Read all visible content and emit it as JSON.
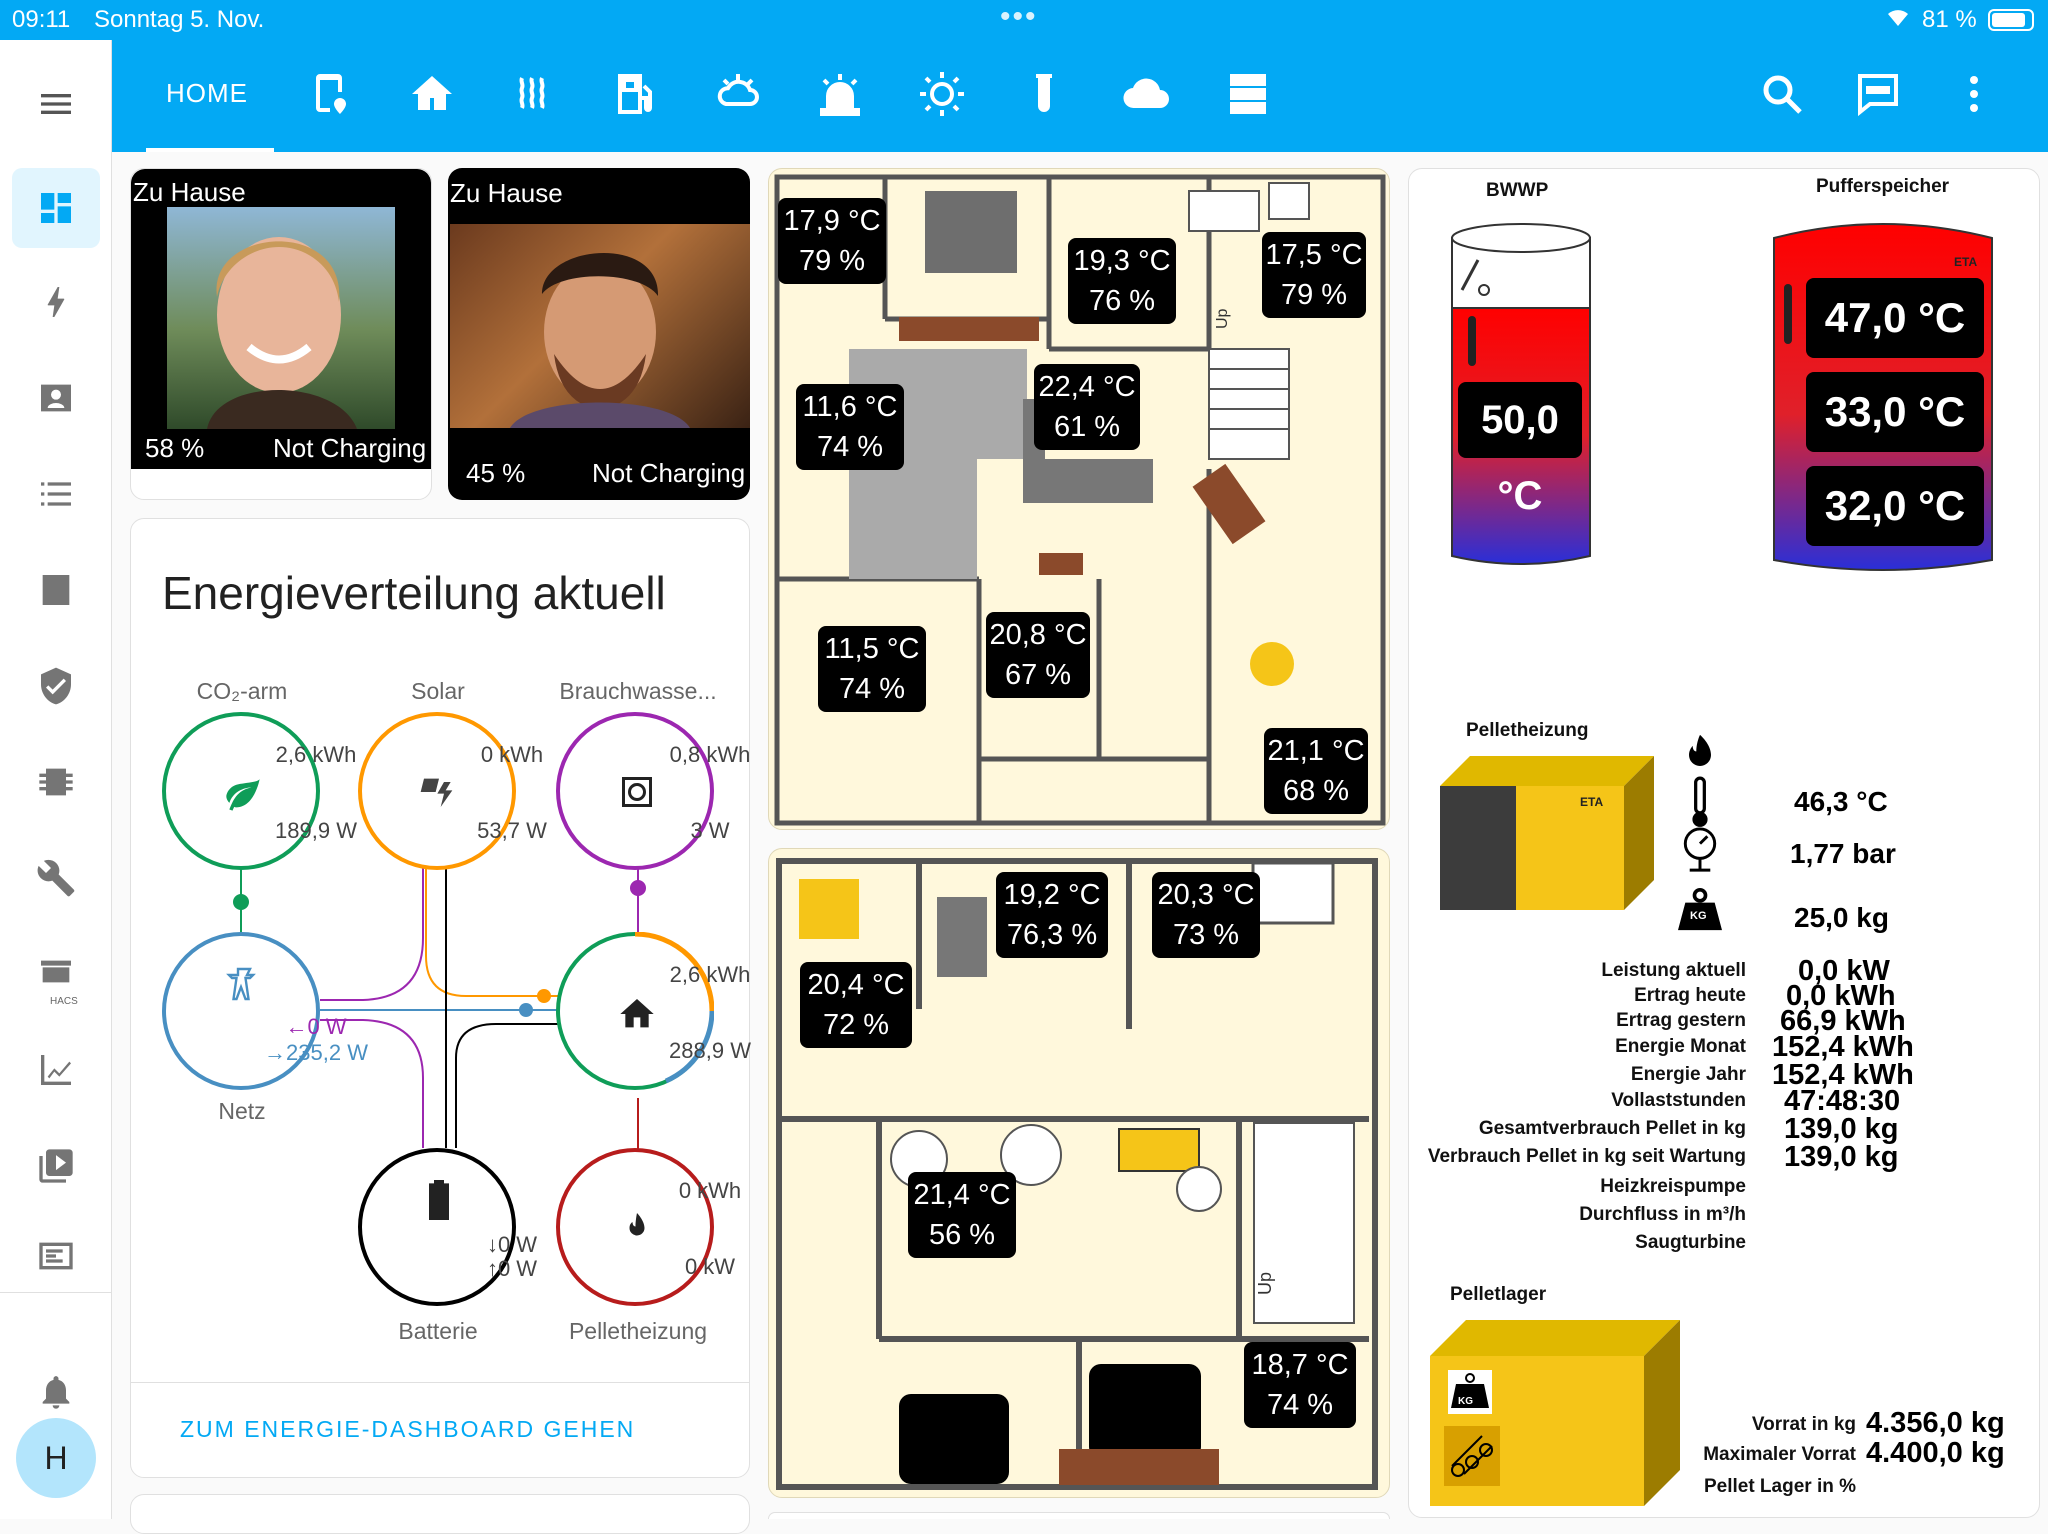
{
  "status_bar": {
    "time": "09:11",
    "date": "Sonntag 5. Nov.",
    "battery": "81 %"
  },
  "toolbar": {
    "home_label": "HOME",
    "icons": [
      "tablet-cellphone-icon",
      "home-icon",
      "radiator-icon",
      "gas-station-icon",
      "weather-cloudy-alert-icon",
      "alarm-light-icon",
      "brightness-icon",
      "test-tube-icon",
      "cloud-icon",
      "server-icon"
    ],
    "right_icons": [
      "search-icon",
      "assist-icon",
      "more-vert-icon"
    ]
  },
  "sidebar": {
    "items": [
      "dashboard-icon",
      "energy-icon",
      "map-icon",
      "logbook-icon",
      "history-icon",
      "security-icon",
      "chip-icon",
      "tools-icon",
      "hacs-icon",
      "statistics-icon",
      "media-icon",
      "terminal-icon"
    ],
    "hacs_label": "HACS",
    "avatar_letter": "H"
  },
  "persons": [
    {
      "state": "Zu Hause",
      "battery": "58 %",
      "charging": "Not Charging"
    },
    {
      "state": "Zu Hause",
      "battery": "45 %",
      "charging": "Not Charging"
    }
  ],
  "energy": {
    "title": "Energieverteilung aktuell",
    "co2": {
      "label": "CO₂-arm",
      "energy": "2,6 kWh",
      "power": "189,9 W",
      "color": "#0f9d58"
    },
    "solar": {
      "label": "Solar",
      "energy": "0 kWh",
      "power": "53,7 W",
      "color": "#ff9800"
    },
    "water": {
      "label": "Brauchwasse...",
      "energy": "0,8 kWh",
      "power": "3 W",
      "color": "#9c27b0"
    },
    "grid": {
      "label": "Netz",
      "in": "←0 W",
      "out": "→235,2 W",
      "color": "#488fc2"
    },
    "home": {
      "energy": "2,6 kWh",
      "power": "288,9 W"
    },
    "battery": {
      "label": "Batterie",
      "in": "↓0 W",
      "out": "↑0 W"
    },
    "pellet": {
      "label": "Pelletheizung",
      "energy": "0 kWh",
      "power": "0 kW",
      "color": "#b71c1c"
    },
    "link": "ZUM ENERGIE-DASHBOARD GEHEN"
  },
  "floor_upper": [
    {
      "t": "17,9 °C",
      "h": "79 %"
    },
    {
      "t": "19,3 °C",
      "h": "76 %"
    },
    {
      "t": "17,5 °C",
      "h": "79 %"
    },
    {
      "t": "11,6 °C",
      "h": "74 %"
    },
    {
      "t": "22,4 °C",
      "h": "61 %"
    },
    {
      "t": "11,5 °C",
      "h": "74 %"
    },
    {
      "t": "20,8 °C",
      "h": "67 %"
    },
    {
      "t": "21,1 °C",
      "h": "68 %"
    }
  ],
  "floor_lower": [
    {
      "t": "19,2 °C",
      "h": "76,3 %"
    },
    {
      "t": "20,3 °C",
      "h": "73 %"
    },
    {
      "t": "20,4 °C",
      "h": "72 %"
    },
    {
      "t": "21,4 °C",
      "h": "56 %"
    },
    {
      "t": "18,7 °C",
      "h": "74 %"
    }
  ],
  "plan_labels": {
    "up": "Up"
  },
  "heating": {
    "bwwp_label": "BWWP",
    "bwwp_temp": "50,0 °C",
    "puffer_label": "Pufferspeicher",
    "puffer_brand": "ETA",
    "puffer_temps": [
      "47,0 °C",
      "33,0 °C",
      "32,0 °C"
    ],
    "pellet_label": "Pelletheizung",
    "pellet_brand": "ETA",
    "kg_label": "KG",
    "readings": [
      "46,3 °C",
      "1,77 bar",
      "25,0 kg"
    ],
    "rows": [
      {
        "label": "Leistung aktuell",
        "value": "0,0 kW"
      },
      {
        "label": "Ertrag heute",
        "value": "0,0 kWh"
      },
      {
        "label": "Ertrag gestern",
        "value": "66,9 kWh"
      },
      {
        "label": "Energie Monat",
        "value": "152,4 kWh"
      },
      {
        "label": "Energie Jahr",
        "value": "152,4 kWh"
      },
      {
        "label": "Vollaststunden",
        "value": "47:48:30"
      },
      {
        "label": "Gesamtverbrauch Pellet in kg",
        "value": "139,0 kg"
      },
      {
        "label": "Verbrauch Pellet in kg seit Wartung",
        "value": "139,0 kg"
      },
      {
        "label": "Heizkreispumpe",
        "value": ""
      },
      {
        "label": "Durchfluss in m³/h",
        "value": ""
      },
      {
        "label": "Saugturbine",
        "value": ""
      }
    ],
    "lager_label": "Pelletlager",
    "lager_rows": [
      {
        "label": "Vorrat in kg",
        "value": "4.356,0 kg"
      },
      {
        "label": "Maximaler Vorrat",
        "value": "4.400,0 kg"
      },
      {
        "label": "Pellet Lager in %",
        "value": ""
      }
    ]
  }
}
